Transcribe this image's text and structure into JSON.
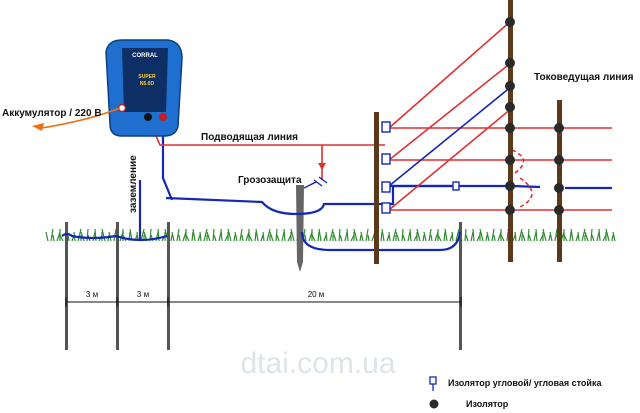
{
  "labels": {
    "battery": "Аккумулятор /  220 В",
    "supply_line": "Подводящая линия",
    "live_line": "Токоведущая линия",
    "lightning": "Грозозащита",
    "grounding": "заземление",
    "dist_1": "3 м",
    "dist_2": "3 м",
    "dist_3": "20 м",
    "watermark": "dtai.com.ua"
  },
  "energizer": {
    "brand": "CORRAL",
    "model_line1": "SUPER",
    "model_line2": "N5.0D"
  },
  "legend": {
    "corner_insulator": "Изолятор угловой/ угловая стойка",
    "insulator": "Изолятор"
  },
  "colors": {
    "live_wire": "#e03030",
    "ground_wire": "#1428b4",
    "post": "#5a3a1a",
    "ground_rod": "#555555",
    "insulator": "#2a2a2a",
    "energizer_body": "#1f6fd0",
    "grass": "#2f8a2f",
    "battery_lead": "#f07010"
  }
}
